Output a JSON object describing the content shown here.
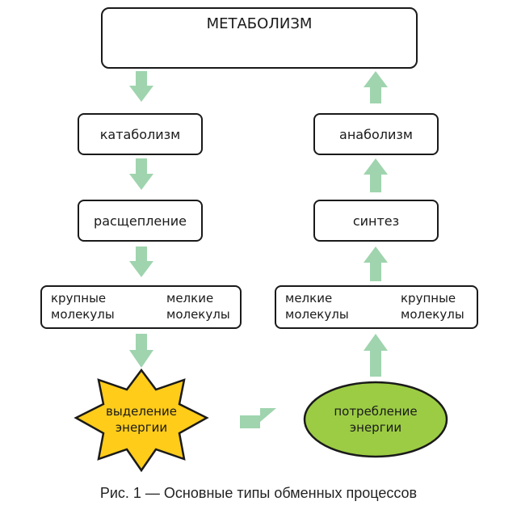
{
  "diagram": {
    "top_box": {
      "label": "МЕТАБОЛИЗМ"
    },
    "left": {
      "box1": "катаболизм",
      "box2": "расщепление",
      "molecules": {
        "from_line1": "крупные",
        "from_line2": "молекулы",
        "to_line1": "мелкие",
        "to_line2": "молекулы"
      },
      "result": {
        "line1": "выделение",
        "line2": "энергии"
      }
    },
    "right": {
      "box1": "анаболизм",
      "box2": "синтез",
      "molecules": {
        "from_line1": "мелкие",
        "from_line2": "молекулы",
        "to_line1": "крупные",
        "to_line2": "молекулы"
      },
      "source": {
        "line1": "потребление",
        "line2": "энергии"
      }
    },
    "colors": {
      "arrow": "#9fd4ae",
      "star": "#ffcc1a",
      "ellipse": "#9ccc44",
      "border": "#1a1a1a"
    }
  },
  "caption": "Рис. 1 — Основные типы обменных процессов"
}
